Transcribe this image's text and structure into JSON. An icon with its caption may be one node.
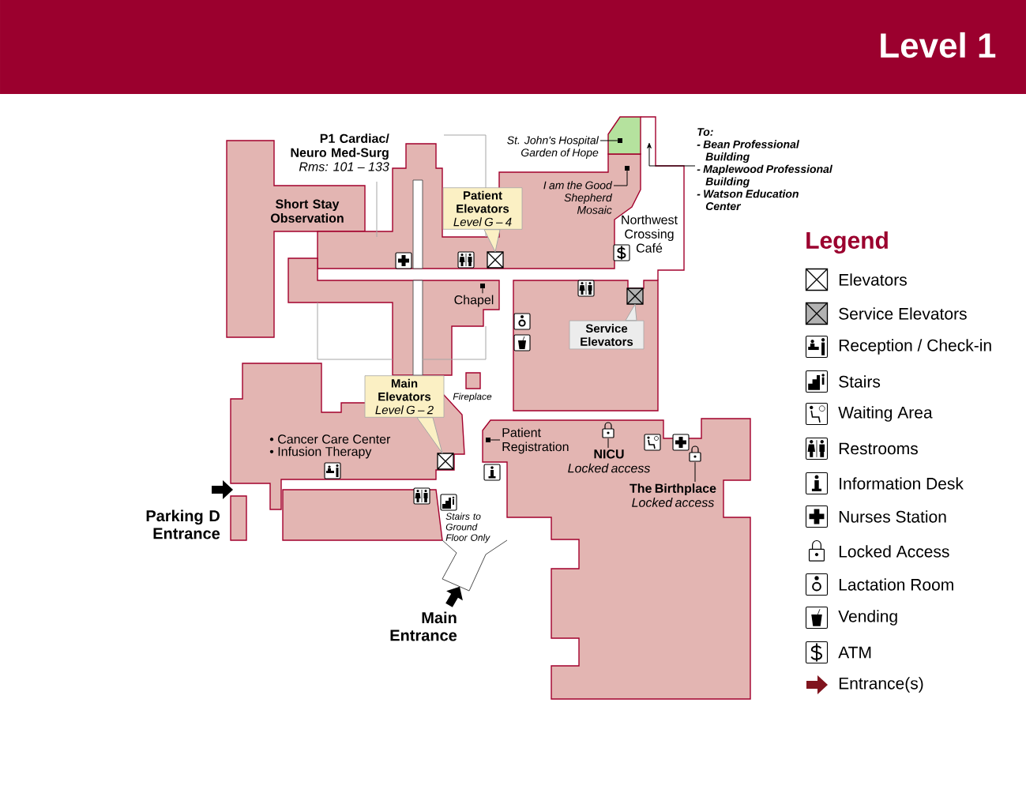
{
  "diagram": {
    "title": "Level 1",
    "nodes": [
      {
        "text": [
          "St. John's Hospital Garden of Hope"
        ]
      },
      {
        "text": [],
        "shape": "box"
      },
      {
        "text": [
          "I am the Good Shepherd Mosaic"
        ]
      },
      {
        "text": [],
        "shape": "box"
      },
      {
        "text": [
          "Chapel"
        ]
      },
      {
        "text": [],
        "shape": "box"
      },
      {
        "text": [
          "Patient Registration"
        ]
      },
      {
        "text": [],
        "shape": "box"
      },
      {
        "text": [
          "NICU",
          "Locked access"
        ]
      },
      {
        "text": [],
        "shape": "picture"
      },
      {
        "text": [
          "The Birthplace",
          "Locked access"
        ]
      },
      {
        "text": [],
        "shape": "picture"
      },
      {
        "text": [
          "Patient Elevators",
          "Level G – 4"
        ]
      },
      {
        "text": [],
        "shape": "picture"
      },
      {
        "text": [
          "Main Elevators",
          "Level G – 2"
        ]
      },
      {
        "text": [],
        "shape": "picture"
      },
      {
        "text": [
          "Service Elevators"
        ]
      },
      {
        "text": [],
        "shape": "picture"
      },
      {
        "text": [
          "To:",
          "- Bean Professional Building",
          "- Maplewood Professional Building",
          "- Watson Education Center"
        ]
      }
    ],
    "edges": [
      {
        "from": 0,
        "to": 1,
        "arrow": "none"
      },
      {
        "from": 2,
        "to": 3,
        "arrow": "none"
      },
      {
        "from": 4,
        "to": 5,
        "arrow": "none"
      },
      {
        "from": 6,
        "to": 7,
        "arrow": "none"
      },
      {
        "from": 8,
        "to": 9,
        "arrow": "none"
      },
      {
        "from": 10,
        "to": 11,
        "arrow": "none"
      },
      {
        "from": 12,
        "to": 13,
        "arrow": "to",
        "color": "#fbf0c4"
      },
      {
        "from": 14,
        "to": 15,
        "arrow": "to",
        "color": "#fbf0c4"
      },
      {
        "from": 16,
        "to": 17,
        "arrow": "to",
        "color": "#ececec"
      },
      {
        "from": 18,
        "to": null,
        "arrow": "to"
      }
    ],
    "labels": [
      "P1 Cardiac/ Neuro Med-Surg",
      "Rms: 101 – 133",
      "Short Stay Observation",
      "Northwest Crossing Café",
      "Fireplace",
      "• Cancer Care Center",
      "• Infusion Therapy",
      "Stairs to Ground Floor Only",
      "Parking D Entrance",
      "Main Entrance",
      "Legend"
    ],
    "legend": [
      {
        "text": "Elevators"
      },
      {
        "text": "Service Elevators"
      },
      {
        "text": "Reception / Check-in"
      },
      {
        "text": "Stairs"
      },
      {
        "text": "Waiting Area"
      },
      {
        "text": "Restrooms"
      },
      {
        "text": "Information Desk"
      },
      {
        "text": "Nurses Station"
      },
      {
        "text": "Locked Access"
      },
      {
        "text": "Lactation Room"
      },
      {
        "text": "Vending"
      },
      {
        "text": "ATM"
      },
      {
        "text": "Entrance(s)"
      }
    ]
  }
}
